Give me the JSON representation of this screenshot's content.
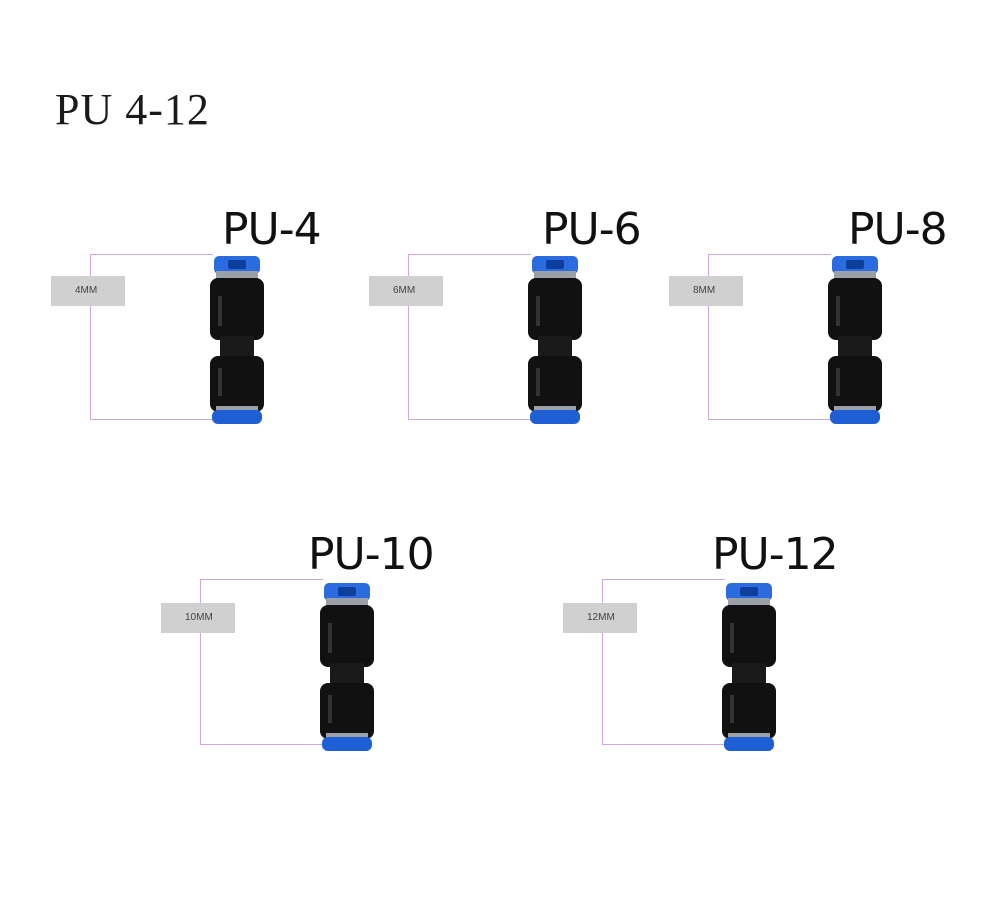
{
  "title": "PU 4-12",
  "colors": {
    "background": "#ffffff",
    "collet_blue": "#1f5fd6",
    "body_black": "#0d0d0d",
    "dimension_line": "#cfa6dd",
    "tag_gray": "#d0d0d0"
  },
  "fittings": [
    {
      "model": "PU-4",
      "size": "4MM"
    },
    {
      "model": "PU-6",
      "size": "6MM"
    },
    {
      "model": "PU-8",
      "size": "8MM"
    },
    {
      "model": "PU-10",
      "size": "10MM"
    },
    {
      "model": "PU-12",
      "size": "12MM"
    }
  ]
}
